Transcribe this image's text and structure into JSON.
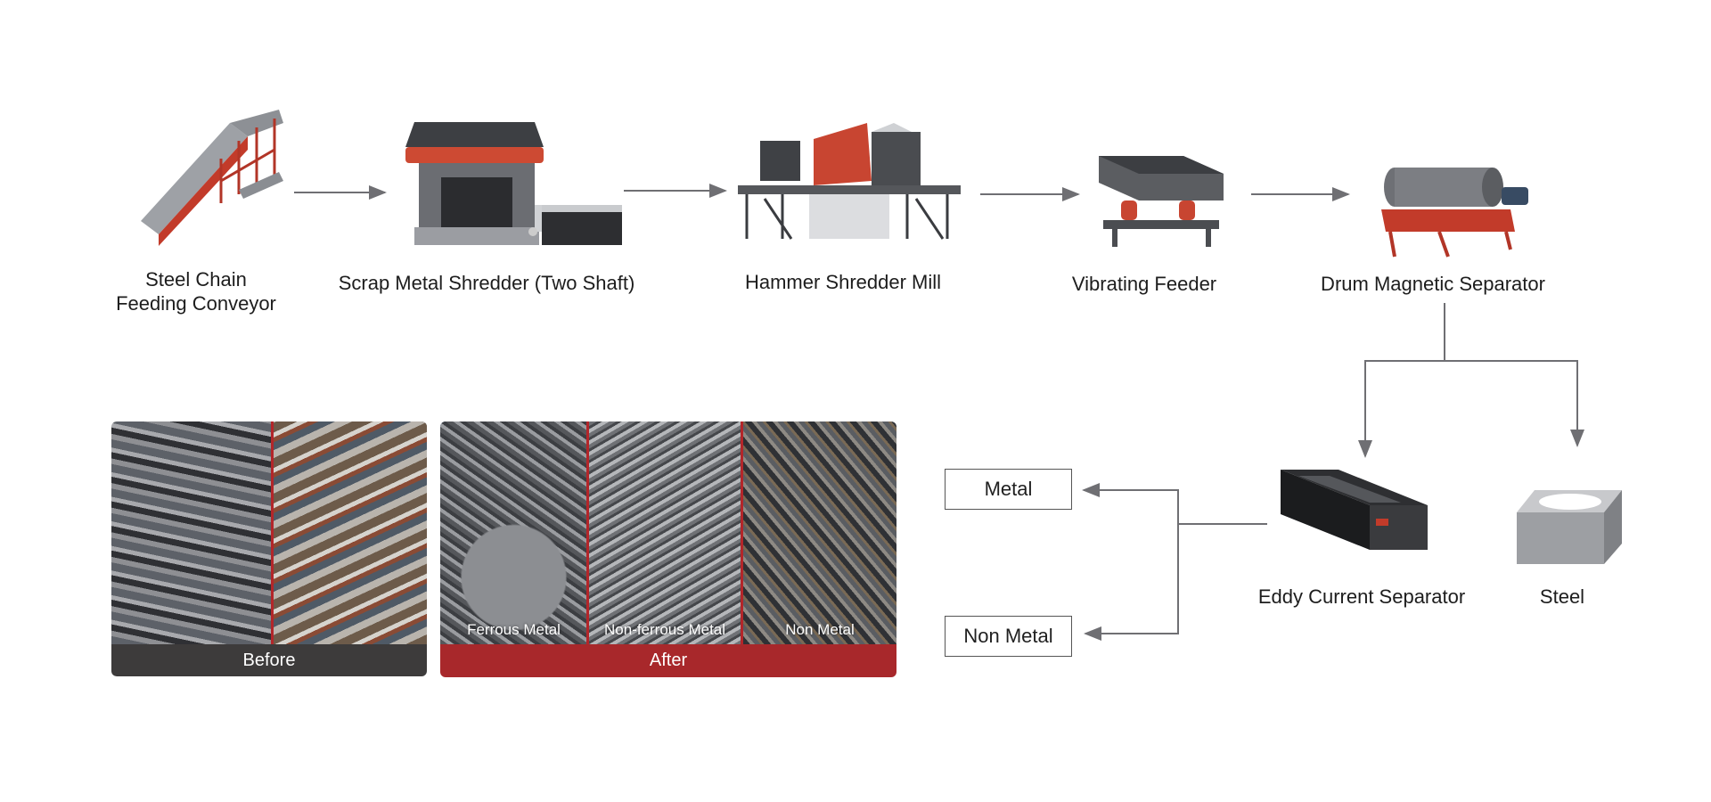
{
  "machines": [
    {
      "id": "conveyor",
      "label_line1": "Steel Chain",
      "label_line2": "Feeding Conveyor"
    },
    {
      "id": "shredder",
      "label": "Scrap Metal Shredder (Two Shaft)"
    },
    {
      "id": "hammer",
      "label": "Hammer Shredder Mill"
    },
    {
      "id": "feeder",
      "label": "Vibrating Feeder"
    },
    {
      "id": "magnetic",
      "label": "Drum Magnetic Separator"
    },
    {
      "id": "eddy",
      "label": "Eddy Current Separator"
    },
    {
      "id": "steel",
      "label": "Steel"
    }
  ],
  "outputs": {
    "metal": "Metal",
    "non_metal": "Non Metal"
  },
  "photos": {
    "before_caption": "Before",
    "after_caption": "After",
    "after_panels": [
      "Ferrous Metal",
      "Non-ferrous Metal",
      "Non Metal"
    ]
  },
  "colors": {
    "accent_red": "#a8282b",
    "dark_caption": "#3d3b3b",
    "arrow": "#6f6f73",
    "machine_gray": "#5a5c60",
    "machine_red": "#c8452e"
  },
  "icons": [
    "conveyor-icon",
    "two-shaft-shredder-icon",
    "hammer-mill-icon",
    "vibrating-feeder-icon",
    "drum-separator-icon",
    "eddy-current-separator-icon",
    "steel-bin-icon"
  ]
}
